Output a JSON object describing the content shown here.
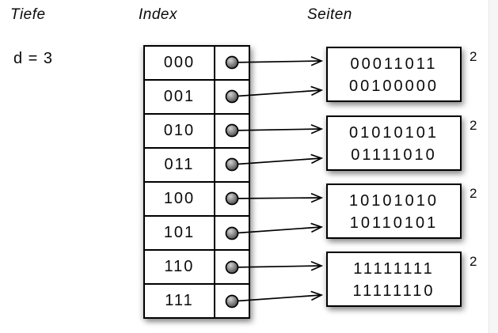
{
  "headers": {
    "tiefe": "Tiefe",
    "index": "Index",
    "seiten": "Seiten"
  },
  "depth_label": "d = 3",
  "index_table": {
    "entries": [
      {
        "key": "000"
      },
      {
        "key": "001"
      },
      {
        "key": "010"
      },
      {
        "key": "011"
      },
      {
        "key": "100"
      },
      {
        "key": "101"
      },
      {
        "key": "110"
      },
      {
        "key": "111"
      }
    ]
  },
  "pages": [
    {
      "records": [
        "00011011",
        "00100000"
      ],
      "local_depth": "2"
    },
    {
      "records": [
        "01010101",
        "01111010"
      ],
      "local_depth": "2"
    },
    {
      "records": [
        "10101010",
        "10110101"
      ],
      "local_depth": "2"
    },
    {
      "records": [
        "11111111",
        "11111110"
      ],
      "local_depth": "2"
    }
  ],
  "colors": {
    "text": "#0a0a0a",
    "border": "#000000",
    "pointer_ball": "#8f8f8f",
    "background": "#ffffff"
  }
}
